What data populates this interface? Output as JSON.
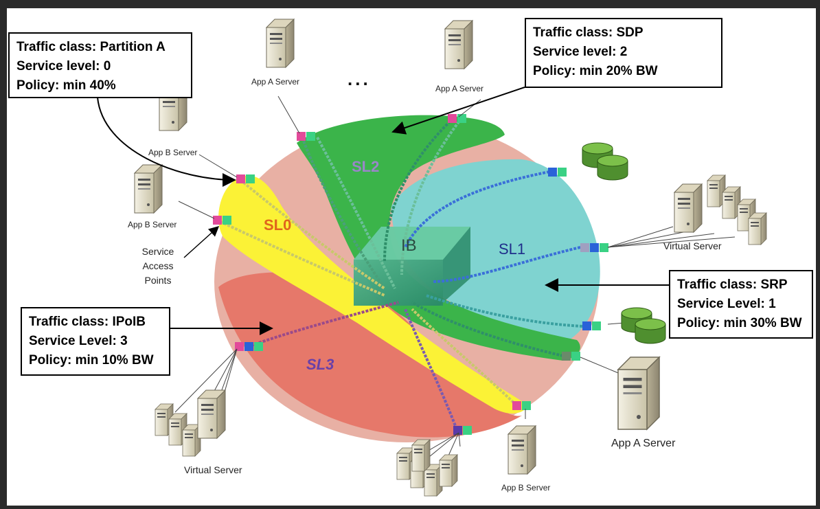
{
  "callouts": {
    "partition_a": {
      "line1": "Traffic class: Partition A",
      "line2": "Service level: 0",
      "line3": "Policy: min 40%"
    },
    "sdp": {
      "line1": "Traffic class: SDP",
      "line2": "Service level: 2",
      "line3": "Policy: min 20% BW"
    },
    "srp": {
      "line1": "Traffic class: SRP",
      "line2": "Service Level: 1",
      "line3": "Policy: min 30% BW"
    },
    "ipoib": {
      "line1": "Traffic class: IPoIB",
      "line2": "Service Level: 3",
      "line3": "Policy: min 10% BW"
    }
  },
  "labels": {
    "app_a_server_top_left": "App A Server",
    "app_a_server_top_right": "App A Server",
    "app_a_server_bottom_right": "App A Server",
    "app_b_server_1": "App B Server",
    "app_b_server_2": "App B Server",
    "app_b_server_bottom": "App B Server",
    "virtual_server_right": "Virtual Server",
    "virtual_server_bottom": "Virtual Server",
    "service_access_points": [
      "Service",
      "Access",
      "Points"
    ],
    "ellipsis": "..."
  },
  "fabric": {
    "core_label": "IB",
    "sl0": "SL0",
    "sl1": "SL1",
    "sl2": "SL2",
    "sl3": "SL3"
  },
  "colors": {
    "fabric_base": "#e8b0a4",
    "sl0_yellow": "#fbf236",
    "sl1_cyan": "#7fd3d0",
    "sl2_green": "#3bb44a",
    "sl3_red": "#e6786a",
    "sl0_text": "#e0641c",
    "sl1_text": "#1f2e8a",
    "sl2_text": "#9a86c8",
    "sl3_text": "#6a40a8",
    "port_pink": "#e24a9a",
    "port_green": "#3ad184",
    "port_blue": "#2a62d8",
    "storage_green": "#4f8f2f"
  }
}
